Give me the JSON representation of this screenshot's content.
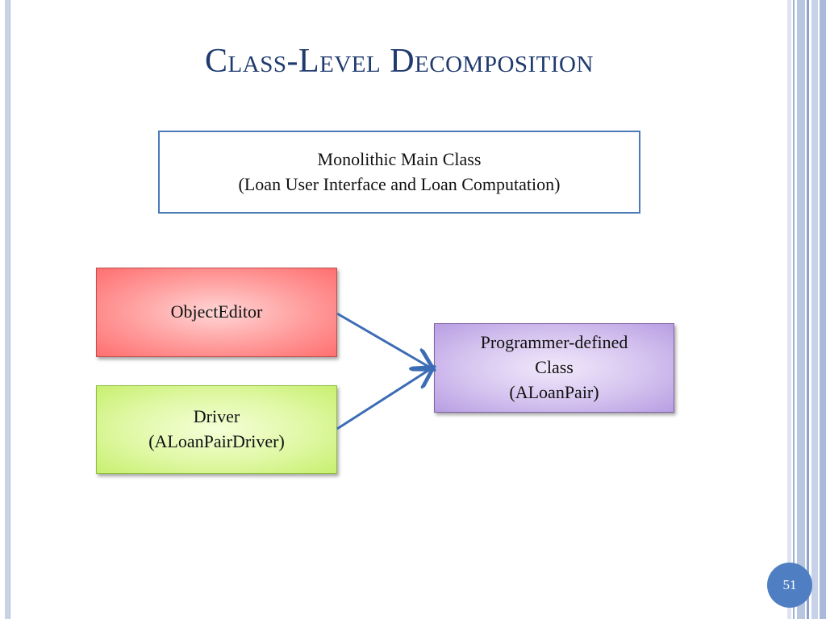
{
  "slide": {
    "title": "Class-Level Decomposition",
    "page_number": "51"
  },
  "nodes": {
    "monolithic": {
      "line1": "Monolithic Main Class",
      "line2": "(Loan User Interface and Loan Computation)"
    },
    "object_editor": {
      "line1": "ObjectEditor"
    },
    "driver": {
      "line1": "Driver",
      "line2": "(ALoanPairDriver)"
    },
    "programmer_defined": {
      "line1": "Programmer-defined",
      "line2": "Class",
      "line3": "(ALoanPair)"
    }
  },
  "edges": [
    {
      "from": "object_editor",
      "to": "programmer_defined"
    },
    {
      "from": "driver",
      "to": "programmer_defined"
    }
  ],
  "colors": {
    "title": "#1f3a6e",
    "monolithic_border": "#4a7ab8",
    "object_editor_fill": "#ff8a8a",
    "driver_fill": "#d9f594",
    "programmer_defined_fill": "#cbb6ea",
    "arrow": "#3c6db4",
    "page_badge": "#4f7fc2"
  }
}
